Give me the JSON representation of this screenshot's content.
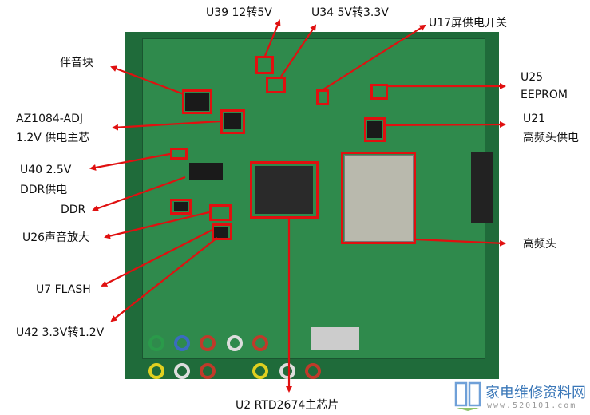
{
  "labels": {
    "u39": "U39   12转5V",
    "u34": "U34   5V转3.3V",
    "u17": "U17屏供电开关",
    "audio_block": "伴音块",
    "u25_line1": "U25",
    "u25_line2": "EEPROM",
    "az1084_line1": "AZ1084-ADJ",
    "az1084_line2": "1.2V  供电主芯",
    "u21_line1": "U21",
    "u21_line2": "高频头供电",
    "u40_line1": "U40   2.5V",
    "u40_line2": "DDR供电",
    "ddr": "DDR",
    "u26": "U26声音放大",
    "u7": "U7 FLASH",
    "u42": "U42 3.3V转1.2V",
    "tuner": "高频头",
    "u2": "U2   RTD2674主芯片"
  },
  "watermark": {
    "title": "家电维修资料网",
    "url": "www.520101.com"
  },
  "colors": {
    "annotation": "#e01010",
    "pcb": "#2f8a4c"
  }
}
